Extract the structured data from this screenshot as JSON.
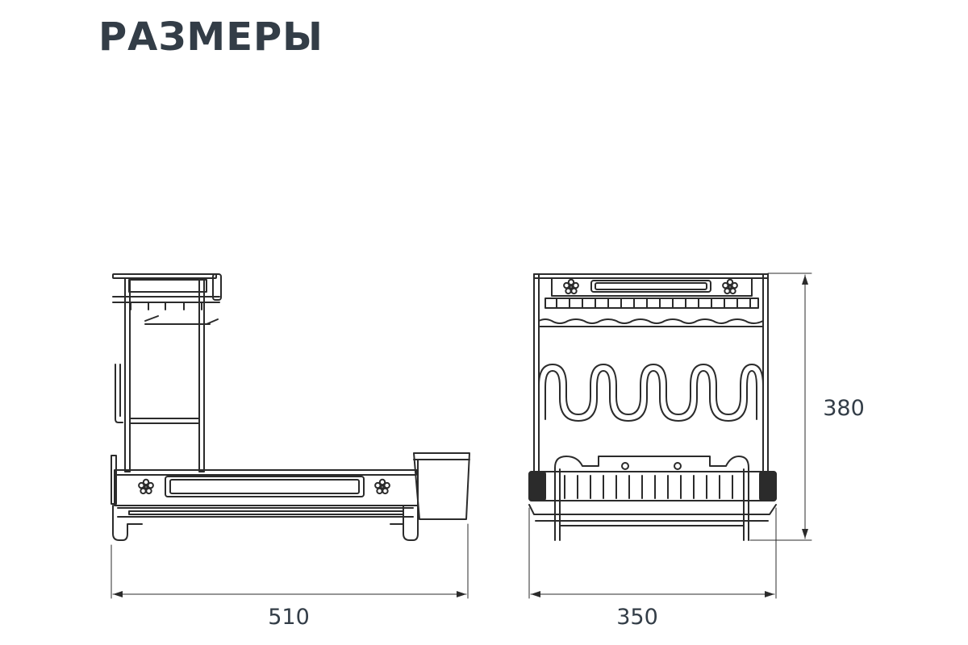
{
  "title": "РАЗМЕРЫ",
  "colors": {
    "title": "#333d47",
    "line": "#2b2b2b"
  },
  "dimensions": {
    "side_view_width": "510",
    "front_view_width": "350",
    "height": "380"
  },
  "icons": [
    "flower-icon",
    "arrow-icon"
  ]
}
